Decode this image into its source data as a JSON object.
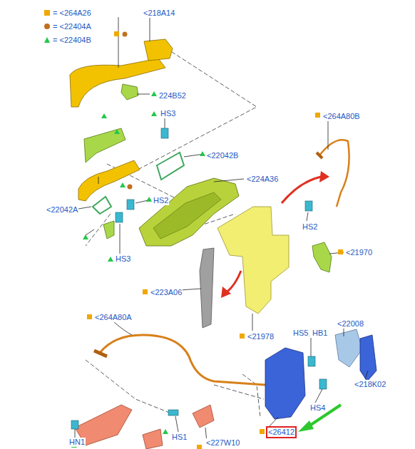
{
  "diagram": {
    "labels": [
      "<218A14",
      "224B52",
      "HS3",
      "<22042B",
      "<224A36",
      "<264A80B",
      "<22042A",
      "HS2",
      "HS3",
      "HS2",
      "<21970",
      "<223A06",
      "<21978",
      "<264A80A",
      "HS5",
      "HB1",
      "<22008",
      "<218K02",
      "HS4",
      "<26412",
      "HN1",
      "HS1",
      "<227W10"
    ],
    "legend": [
      {
        "text": "= <264A26",
        "color": "#f0a800"
      },
      {
        "text": "= <22404A",
        "color": "#c07020"
      },
      {
        "text": "= <22404B",
        "color": "#22c84a"
      }
    ]
  }
}
